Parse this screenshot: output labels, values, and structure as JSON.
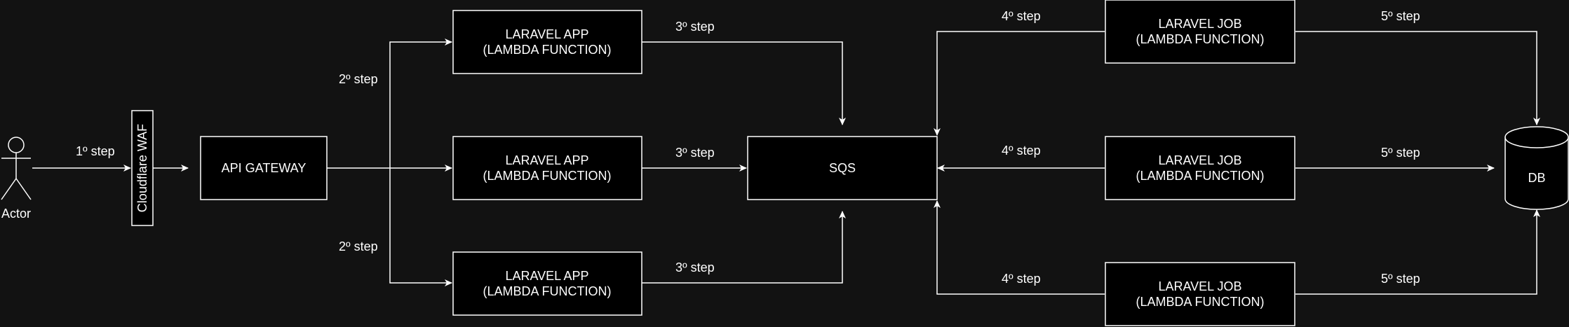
{
  "colors": {
    "background": "#121212",
    "node_fill": "#000000",
    "stroke": "#ffffff",
    "text": "#ffffff"
  },
  "actor": {
    "label": "Actor",
    "icon": "stick-figure-icon"
  },
  "waf": {
    "label": "Cloudflare WAF"
  },
  "gateway": {
    "label": "API GATEWAY"
  },
  "apps": [
    {
      "line1": "LARAVEL APP",
      "line2": "(LAMBDA FUNCTION)"
    },
    {
      "line1": "LARAVEL APP",
      "line2": "(LAMBDA FUNCTION)"
    },
    {
      "line1": "LARAVEL APP",
      "line2": "(LAMBDA FUNCTION)"
    }
  ],
  "queue": {
    "label": "SQS"
  },
  "jobs": [
    {
      "line1": "LARAVEL JOB",
      "line2": "(LAMBDA FUNCTION)"
    },
    {
      "line1": "LARAVEL JOB",
      "line2": "(LAMBDA FUNCTION)"
    },
    {
      "line1": "LARAVEL JOB",
      "line2": "(LAMBDA FUNCTION)"
    }
  ],
  "database": {
    "label": "DB",
    "icon": "database-cylinder-icon"
  },
  "steps": {
    "s1": "1º step",
    "s2_top": "2º step",
    "s2_bottom": "2º step",
    "s3_top": "3º step",
    "s3_mid": "3º step",
    "s3_bottom": "3º step",
    "s4_top": "4º step",
    "s4_mid": "4º step",
    "s4_bottom": "4º step",
    "s5_top": "5º step",
    "s5_mid": "5º step",
    "s5_bottom": "5º step"
  }
}
